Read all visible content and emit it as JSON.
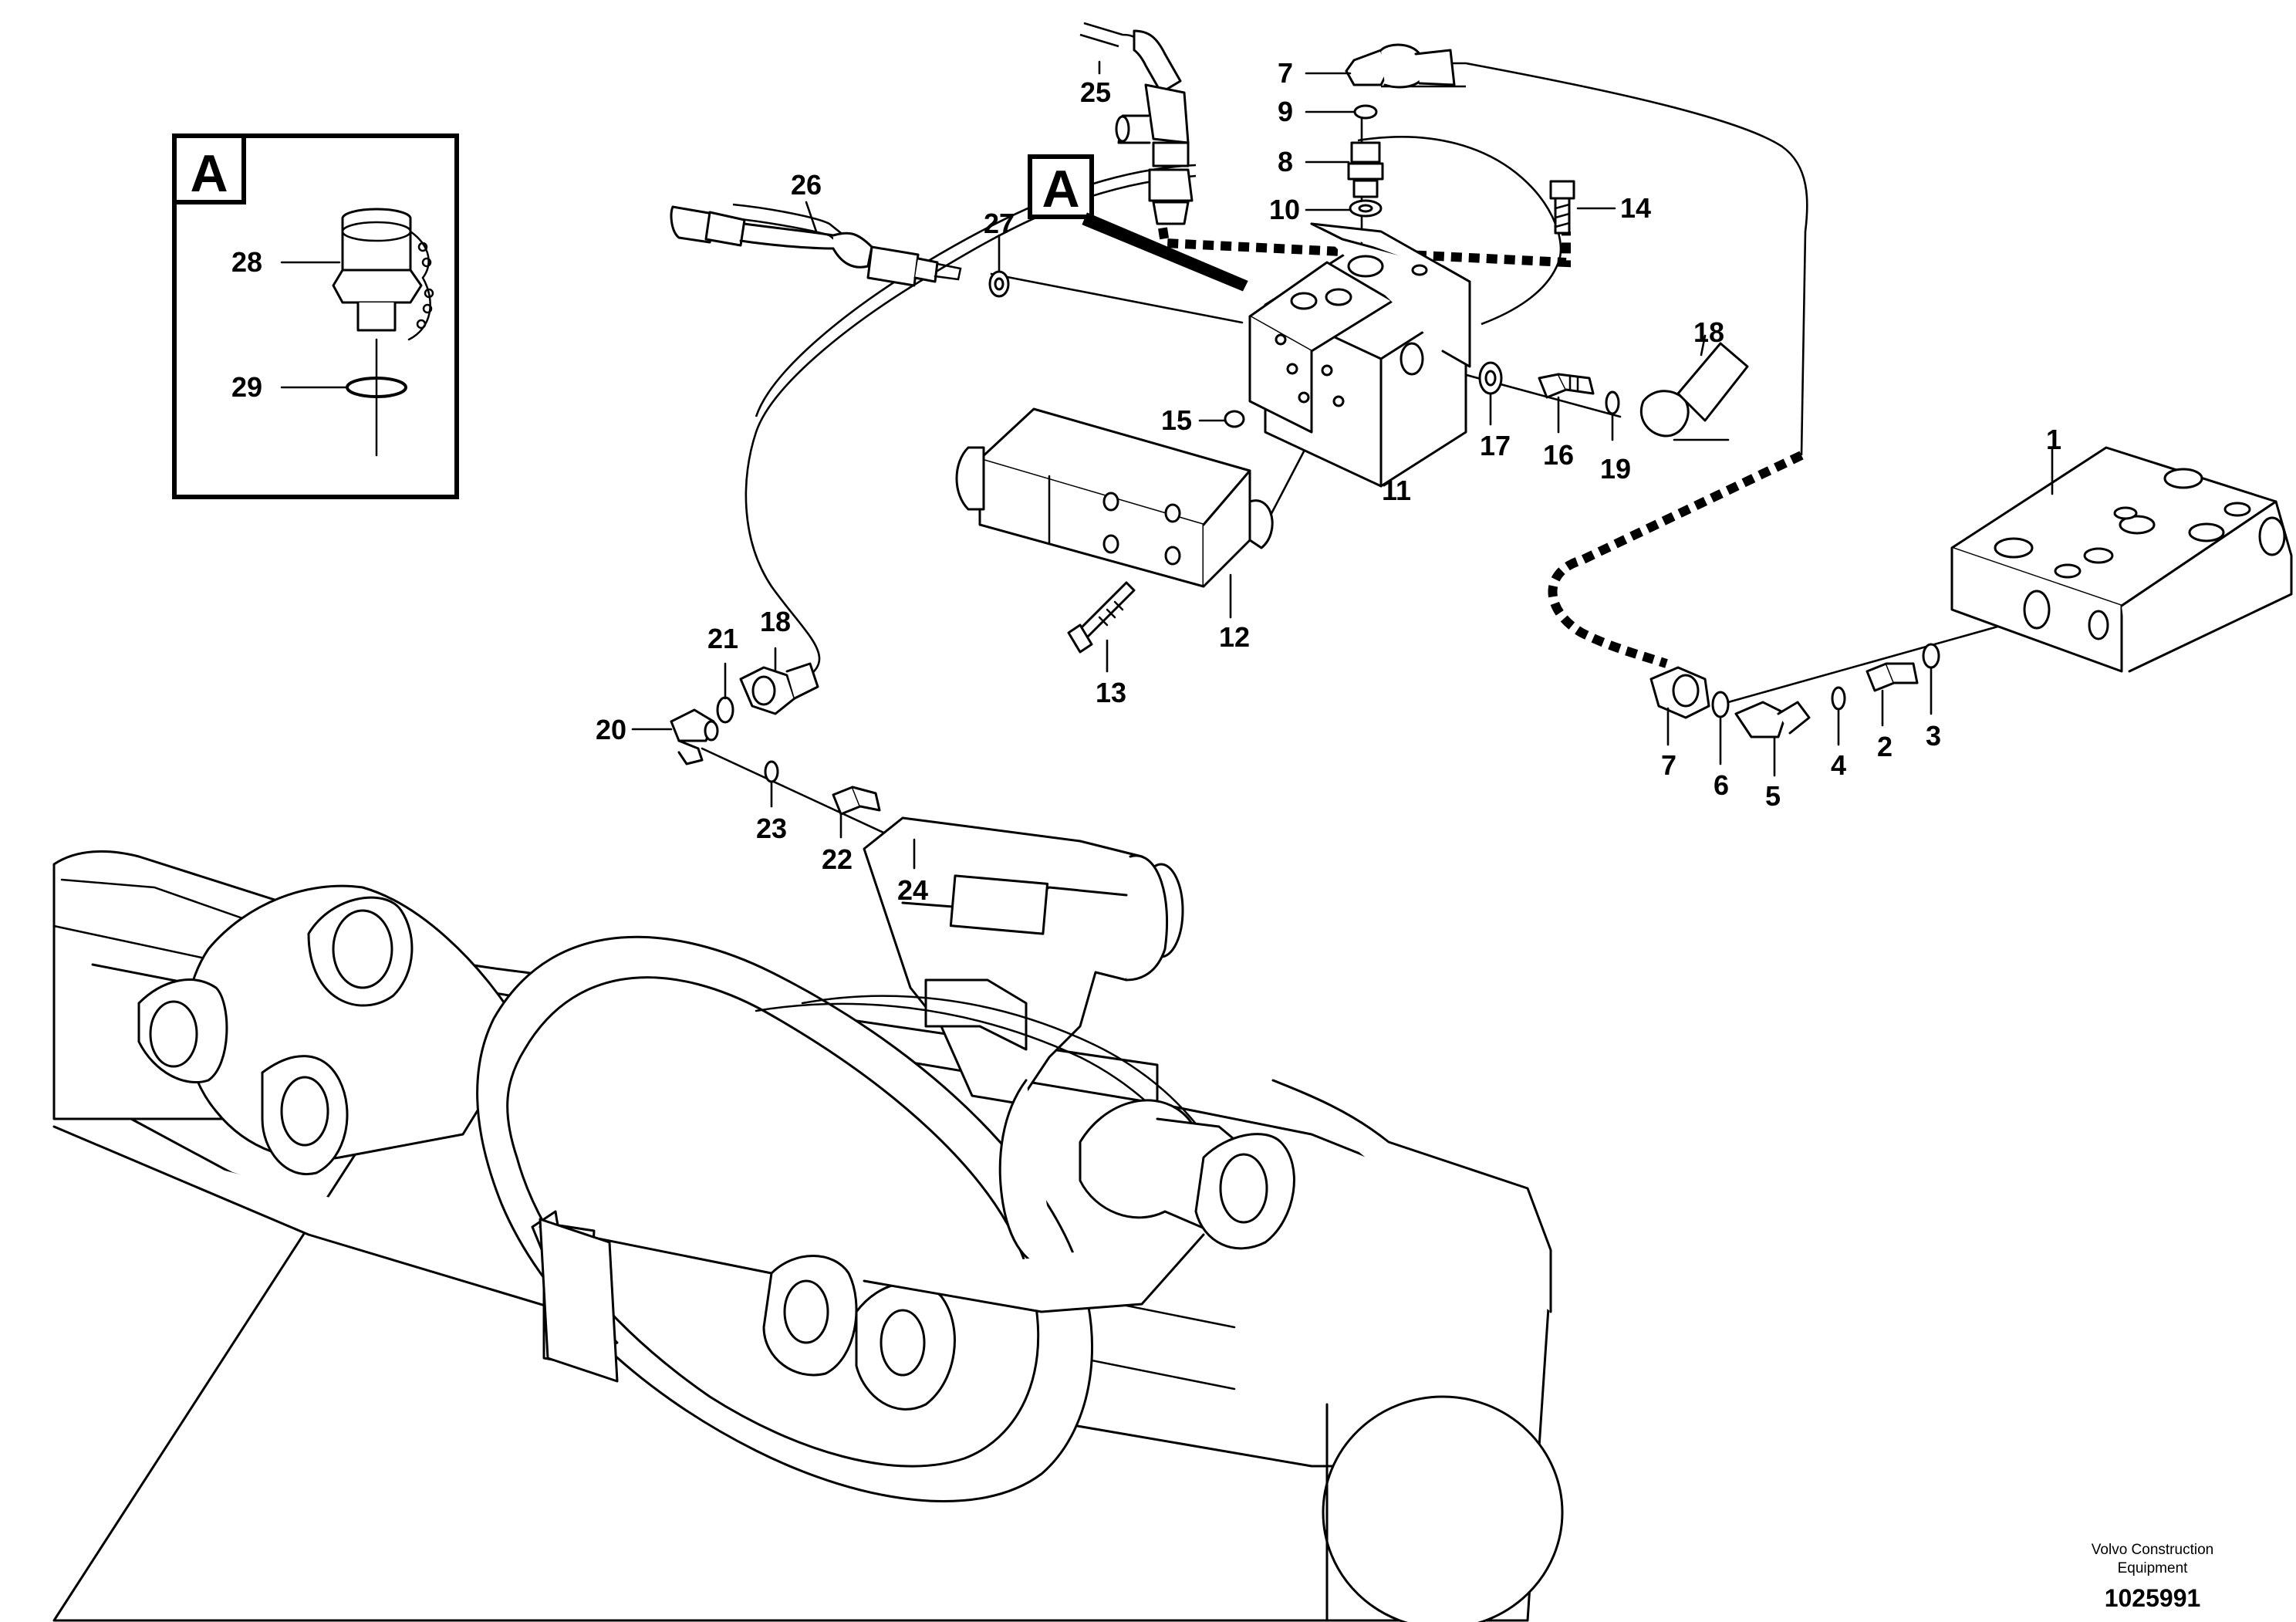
{
  "detail_box": {
    "letter": "A",
    "labels": [
      "28",
      "29"
    ]
  },
  "callout_letter": "A",
  "labels": {
    "p1": "1",
    "p2": "2",
    "p3": "3",
    "p4": "4",
    "p5": "5",
    "p6": "6",
    "p7a": "7",
    "p7b": "7",
    "p8": "8",
    "p9": "9",
    "p10": "10",
    "p11": "11",
    "p12": "12",
    "p13": "13",
    "p14": "14",
    "p15": "15",
    "p16": "16",
    "p17": "17",
    "p18a": "18",
    "p18b": "18",
    "p19": "19",
    "p20": "20",
    "p21": "21",
    "p22": "22",
    "p23": "23",
    "p24": "24",
    "p25": "25",
    "p26": "26",
    "p27": "27"
  },
  "footer": {
    "company_line1": "Volvo Construction",
    "company_line2": "Equipment",
    "drawing_number": "1025991"
  }
}
